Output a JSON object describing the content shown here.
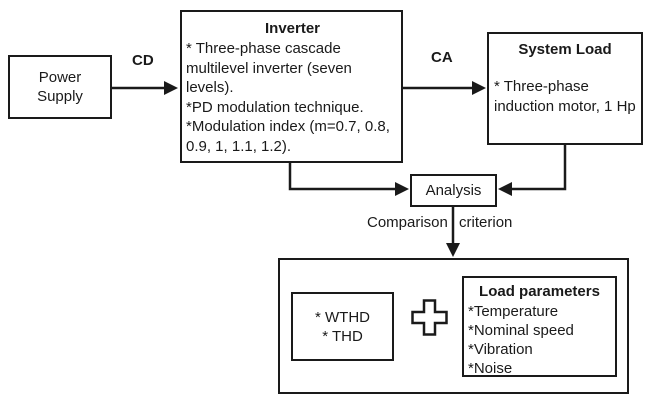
{
  "diagram": {
    "background": "#ffffff",
    "line_color": "#1a1a1a",
    "power_supply": {
      "lines": [
        "Power",
        "Supply"
      ]
    },
    "arrow_labels": {
      "cd": "CD",
      "ca": "CA"
    },
    "inverter": {
      "title": "Inverter",
      "lines": [
        "* Three-phase cascade",
        "multilevel inverter (seven",
        "levels).",
        "*PD modulation technique.",
        "*Modulation index (m=0.7, 0.8,",
        "0.9, 1, 1.1, 1.2)."
      ]
    },
    "system_load": {
      "title": "System Load",
      "lines": [
        "* Three-phase",
        "induction motor, 1 Hp"
      ]
    },
    "analysis": {
      "label": "Analysis"
    },
    "comparison_label": "Comparison criterion",
    "results": {
      "thd_box": {
        "lines": [
          "* WTHD",
          "* THD"
        ]
      },
      "plus_icon": "plus",
      "load_parameters": {
        "title": "Load parameters",
        "lines": [
          "*Temperature",
          "*Nominal speed",
          "*Vibration",
          "*Noise"
        ]
      }
    }
  }
}
